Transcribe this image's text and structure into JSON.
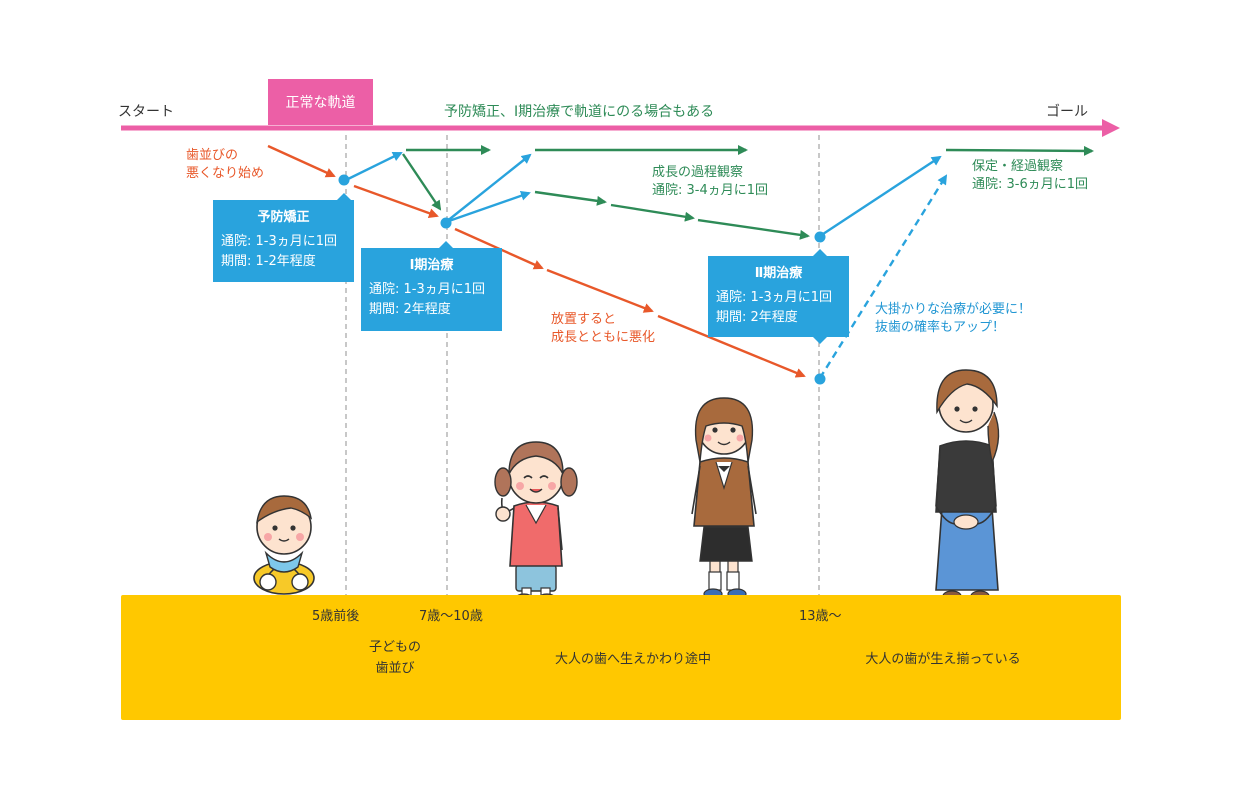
{
  "timeline": {
    "start": "スタート",
    "goal": "ゴール",
    "normal_tag": "正常な軌道",
    "top_note": "予防矯正、Ⅰ期治療で軌道にのる場合もある"
  },
  "notes": {
    "worsening_start": [
      "歯並びの",
      "悪くなり始め"
    ],
    "growth_observe": [
      "成長の過程観察",
      "通院: 3-4ヵ月に1回"
    ],
    "retention": [
      "保定・経過観察",
      "通院: 3-6ヵ月に1回"
    ],
    "neglect": [
      "放置すると",
      "成長とともに悪化"
    ],
    "major_treatment": [
      "大掛かりな治療が必要に！",
      "抜歯の確率もアップ！"
    ]
  },
  "boxes": {
    "preventive": {
      "title": "予防矯正",
      "line1": "通院: 1-3ヵ月に1回",
      "line2": "期間: 1-2年程度"
    },
    "phase1": {
      "title": "Ⅰ期治療",
      "line1": "通院: 1-3ヵ月に1回",
      "line2": "期間: 2年程度"
    },
    "phase2": {
      "title": "Ⅱ期治療",
      "line1": "通院: 1-3ヵ月に1回",
      "line2": "期間: 2年程度"
    }
  },
  "ages": {
    "age1": "5歳前後",
    "age2": "7歳〜10歳",
    "age3": "13歳〜"
  },
  "stages": {
    "s1": [
      "子どもの",
      "歯並び"
    ],
    "s2": "大人の歯へ生えかわり途中",
    "s3": "大人の歯が生え揃っている"
  },
  "colors": {
    "timeline_pink": "#ec5fa6",
    "good_green": "#2e8b57",
    "treatment_blue": "#29a3dd",
    "worse_red": "#e8582a",
    "panel_yellow": "#ffc800"
  }
}
